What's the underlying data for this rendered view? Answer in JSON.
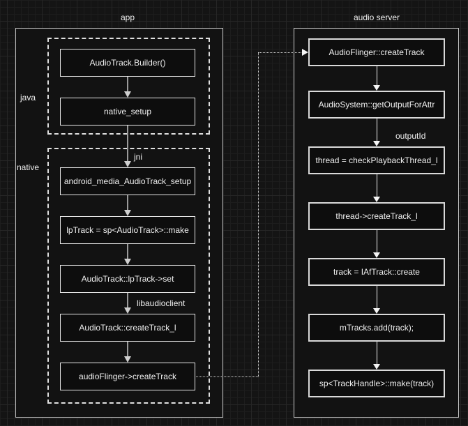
{
  "app": {
    "title": "app",
    "java_label": "java",
    "native_label": "native",
    "nodes": {
      "builder": "AudioTrack.Builder()",
      "native_setup": "native_setup",
      "jni_setup": "android_media_AudioTrack_setup",
      "lptrack_make": "lpTrack = sp<AudioTrack>::make",
      "lptrack_set": "AudioTrack::lpTrack->set",
      "create_track_l": "AudioTrack::createTrack_l",
      "audioflinger_create": "audioFlinger->createTrack"
    },
    "edge_labels": {
      "jni": "jni",
      "libaudioclient": "libaudioclient"
    }
  },
  "audio_server": {
    "title": "audio server",
    "nodes": {
      "create_track": "AudioFlinger::createTrack",
      "get_output": "AudioSystem::getOutputForAttr",
      "check_thread": "thread = checkPlaybackThread_l",
      "thread_create": "thread->createTrack_l",
      "track_create": "track = IAfTrack::create",
      "mtracks_add": "mTracks.add(track);",
      "track_handle": "sp<TrackHandle>::make(track)"
    },
    "edge_labels": {
      "outputId": "outputId"
    }
  },
  "colors": {
    "background": "#141414",
    "container_fill": "#121212",
    "node_fill": "#0d0d0d",
    "node_border": "#e8e8e8",
    "dashed_border": "#e0e0e0",
    "arrow_left": "#9a9a9a",
    "arrow_right": "#f5f5f5",
    "text": "#f0f0f0"
  }
}
